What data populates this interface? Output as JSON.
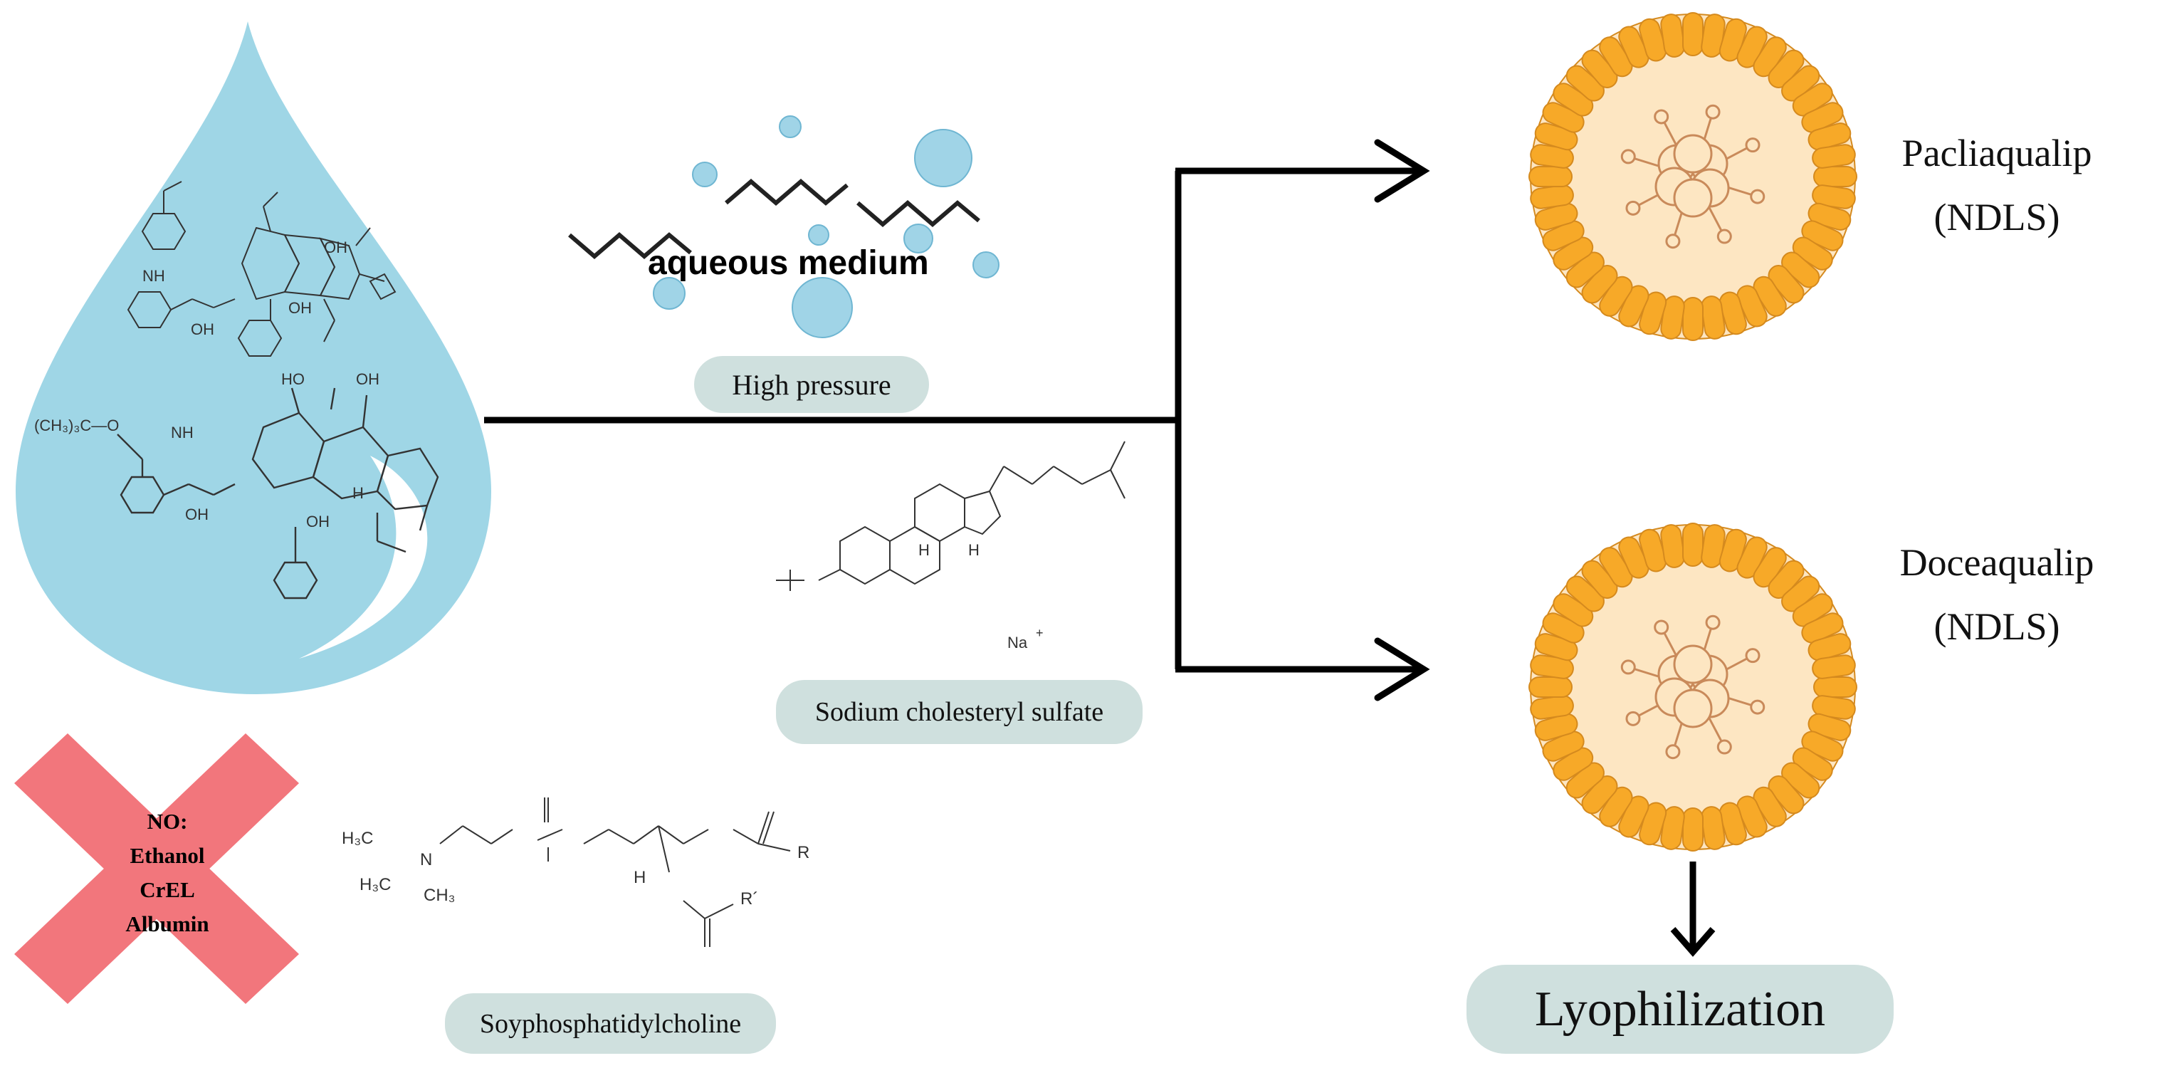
{
  "colors": {
    "drop": "#9fd6e6",
    "bubble": "#8fcde3",
    "cross": "#f2767c",
    "shell": "#f7a928",
    "shell_edge": "#d58a1e",
    "core": "#fde6c2",
    "drug": "#c98a5a",
    "pill": "#cfe0de",
    "arrow": "#000000"
  },
  "labels": {
    "aqueous_medium": "aqueous medium",
    "high_pressure": "High pressure",
    "sodium_cholesteryl_sulfate": "Sodium cholesteryl sulfate",
    "soyphosphatidylcholine": "Soyphosphatidylcholine",
    "lyophilization": "Lyophilization"
  },
  "products": [
    {
      "name": "Pacliaqualip",
      "type": "(NDLS)"
    },
    {
      "name": "Doceaqualip",
      "type": "(NDLS)"
    }
  ],
  "excluded": {
    "header": "NO:",
    "items": [
      "Ethanol",
      "CrEL",
      "Albumin"
    ]
  },
  "chem_labels": {
    "paclitaxel_oh": [
      "OH",
      "OH",
      "OH"
    ],
    "docetaxel_ho_top": "HO",
    "docetaxel_oh": "OH",
    "docetaxel_prefix": "(CH₃)₃C—O",
    "nh": "NH",
    "h": "H",
    "na": "Na",
    "na_charge": "+",
    "phospho_h3c": "H₃C",
    "phospho_ch3": "CH₃",
    "phospho_n": "N",
    "r": "R",
    "r_prime": "R´"
  }
}
